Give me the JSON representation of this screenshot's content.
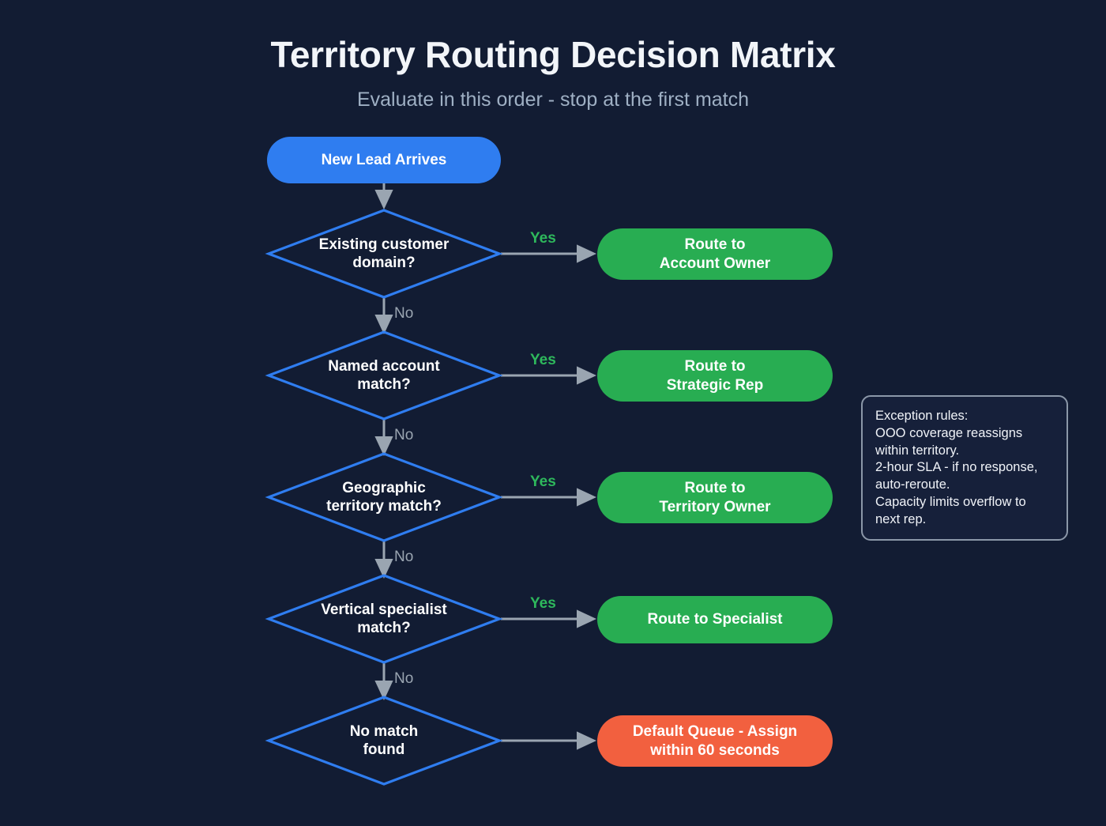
{
  "header": {
    "title": "Territory Routing Decision Matrix",
    "subtitle": "Evaluate in this order - stop at the first match"
  },
  "colors": {
    "background": "#121c33",
    "start": "#2f7df0",
    "decision_border": "#2f7df0",
    "result": "#28ad52",
    "fallback": "#f2603f",
    "edge": "#9aa5b1",
    "yes_label": "#2eb85c",
    "no_label": "#9aa5b1",
    "note_border": "#8b97a8"
  },
  "flow": {
    "start": {
      "label": "New Lead Arrives"
    },
    "steps": [
      {
        "question": "Existing customer domain?",
        "question_line1": "Existing customer",
        "question_line2": "domain?",
        "yes_label": "Yes",
        "no_label": "No",
        "result_line1": "Route to",
        "result_line2": "Account Owner"
      },
      {
        "question": "Named account match?",
        "question_line1": "Named account",
        "question_line2": "match?",
        "yes_label": "Yes",
        "no_label": "No",
        "result_line1": "Route to",
        "result_line2": "Strategic Rep"
      },
      {
        "question": "Geographic territory match?",
        "question_line1": "Geographic",
        "question_line2": "territory match?",
        "yes_label": "Yes",
        "no_label": "No",
        "result_line1": "Route to",
        "result_line2": "Territory Owner"
      },
      {
        "question": "Vertical specialist match?",
        "question_line1": "Vertical specialist",
        "question_line2": "match?",
        "yes_label": "Yes",
        "no_label": "No",
        "result_line1": "Route to Specialist",
        "result_line2": ""
      },
      {
        "question": "No match found",
        "question_line1": "No match",
        "question_line2": "found",
        "yes_label": "",
        "no_label": "",
        "result_line1": "Default Queue - Assign",
        "result_line2": "within 60 seconds"
      }
    ]
  },
  "note": {
    "lines": [
      "Exception rules:",
      "OOO coverage reassigns",
      "within territory.",
      "2-hour SLA - if no response,",
      "auto-reroute.",
      "Capacity limits overflow to",
      "next rep."
    ]
  }
}
